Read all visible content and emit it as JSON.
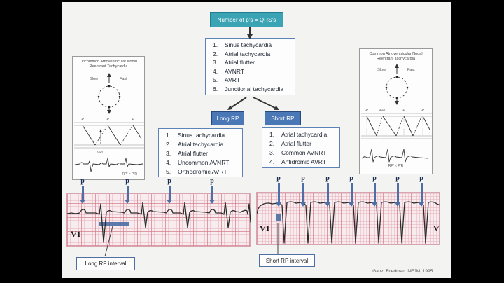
{
  "flowchart": {
    "root_label": "Number of p's = QRS's",
    "main_list": [
      "Sinus tachycardia",
      "Atrial tachycardia",
      "Atrial flutter",
      "AVNRT",
      "AVRT",
      "Junctional tachycardia"
    ],
    "long_rp_label": "Long RP",
    "long_rp_list": [
      "Sinus tachycardia",
      "Atrial tachycardia",
      "Atrial flutter",
      "Uncommon AVNRT",
      "Orthodromic AVRT"
    ],
    "short_rp_label": "Short RP",
    "short_rp_list": [
      "Atrial tachycardia",
      "Atrial flutter",
      "Common AVNRT",
      "Antidromic AVRT"
    ]
  },
  "left_diagram": {
    "title_line1": "Uncommon Atrioventricular Nodal",
    "title_line2": "Reentrant Tachycardia",
    "slow": "Slow",
    "fast": "Fast",
    "ladder_labels": [
      "P",
      "P",
      "P"
    ],
    "vpd": "VPD",
    "rp_relation": "RP' > P'R"
  },
  "right_diagram": {
    "title_line1": "Common Atrioventricular Nodal",
    "title_line2": "Reentrant Tachycardia",
    "slow": "Slow",
    "fast": "Fast",
    "ladder_labels": [
      "P",
      "APD",
      "P",
      "P"
    ],
    "rp_relation": "RP' < P'R"
  },
  "ecg_left": {
    "lead": "V1",
    "p": "p",
    "annotation": "Long RP interval"
  },
  "ecg_right": {
    "lead": "V1",
    "p": "p",
    "edge_lead": "V",
    "annotation": "Short RP interval"
  },
  "citation": "Ganz, Friedman. NEJM, 1995.",
  "colors": {
    "teal": "#3ba4b4",
    "branch_blue": "#4a77b5",
    "marker_blue": "#4e6fa5",
    "border_blue": "#5c83b8"
  }
}
